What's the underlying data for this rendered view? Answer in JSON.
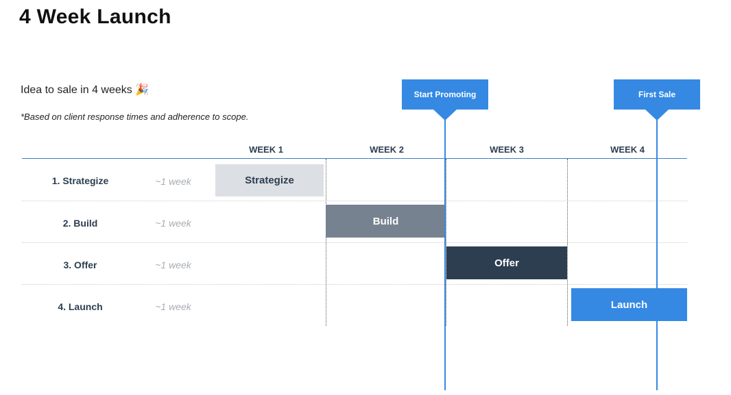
{
  "title": "4 Week Launch",
  "subtitle": "Idea to sale in 4 weeks 🎉",
  "note": "*Based on client response times and adherence to scope.",
  "weeks": [
    "WEEK 1",
    "WEEK 2",
    "WEEK 3",
    "WEEK 4"
  ],
  "tasks": [
    {
      "name": "1. Strategize",
      "duration": "~1 week",
      "bar": "Strategize",
      "week": 1,
      "color": "#dcdfe3"
    },
    {
      "name": "2. Build",
      "duration": "~1 week",
      "bar": "Build",
      "week": 2,
      "color": "#778290"
    },
    {
      "name": "3. Offer",
      "duration": "~1 week",
      "bar": "Offer",
      "week": 3,
      "color": "#2c3e50"
    },
    {
      "name": "4. Launch",
      "duration": "~1 week",
      "bar": "Launch",
      "week": 4,
      "color": "#3589e3"
    }
  ],
  "milestones": [
    {
      "label": "Start Promoting"
    },
    {
      "label": "First Sale"
    }
  ],
  "accent": "#3589e3"
}
